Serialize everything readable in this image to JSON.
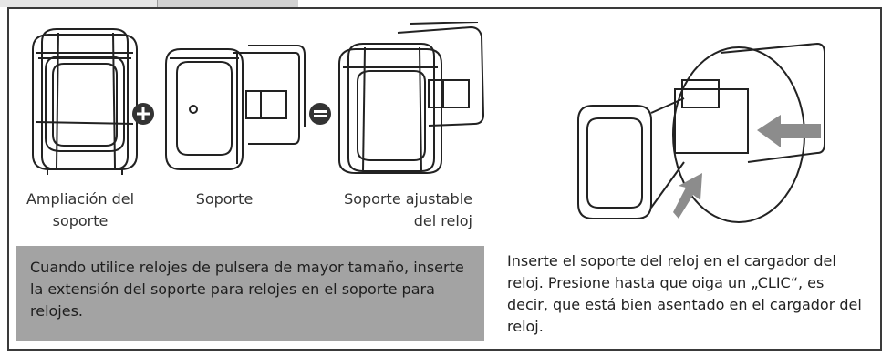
{
  "captions": {
    "extension": "Ampliación del soporte",
    "holder": "Soporte",
    "adjustable": "Soporte ajustable del reloj"
  },
  "note_box": {
    "text": "Cuando utilice relojes de pulsera de mayor tamaño, inserte la extensión del soporte para relojes en el soporte para relojes."
  },
  "instruction": {
    "text": "Inserte el soporte del reloj en el cargador del reloj. Presione hasta que oiga un „CLIC“, es decir, que está bien asentado en el cargador del reloj."
  },
  "icons": [
    "plus-icon",
    "equals-icon",
    "arrow-icon"
  ]
}
